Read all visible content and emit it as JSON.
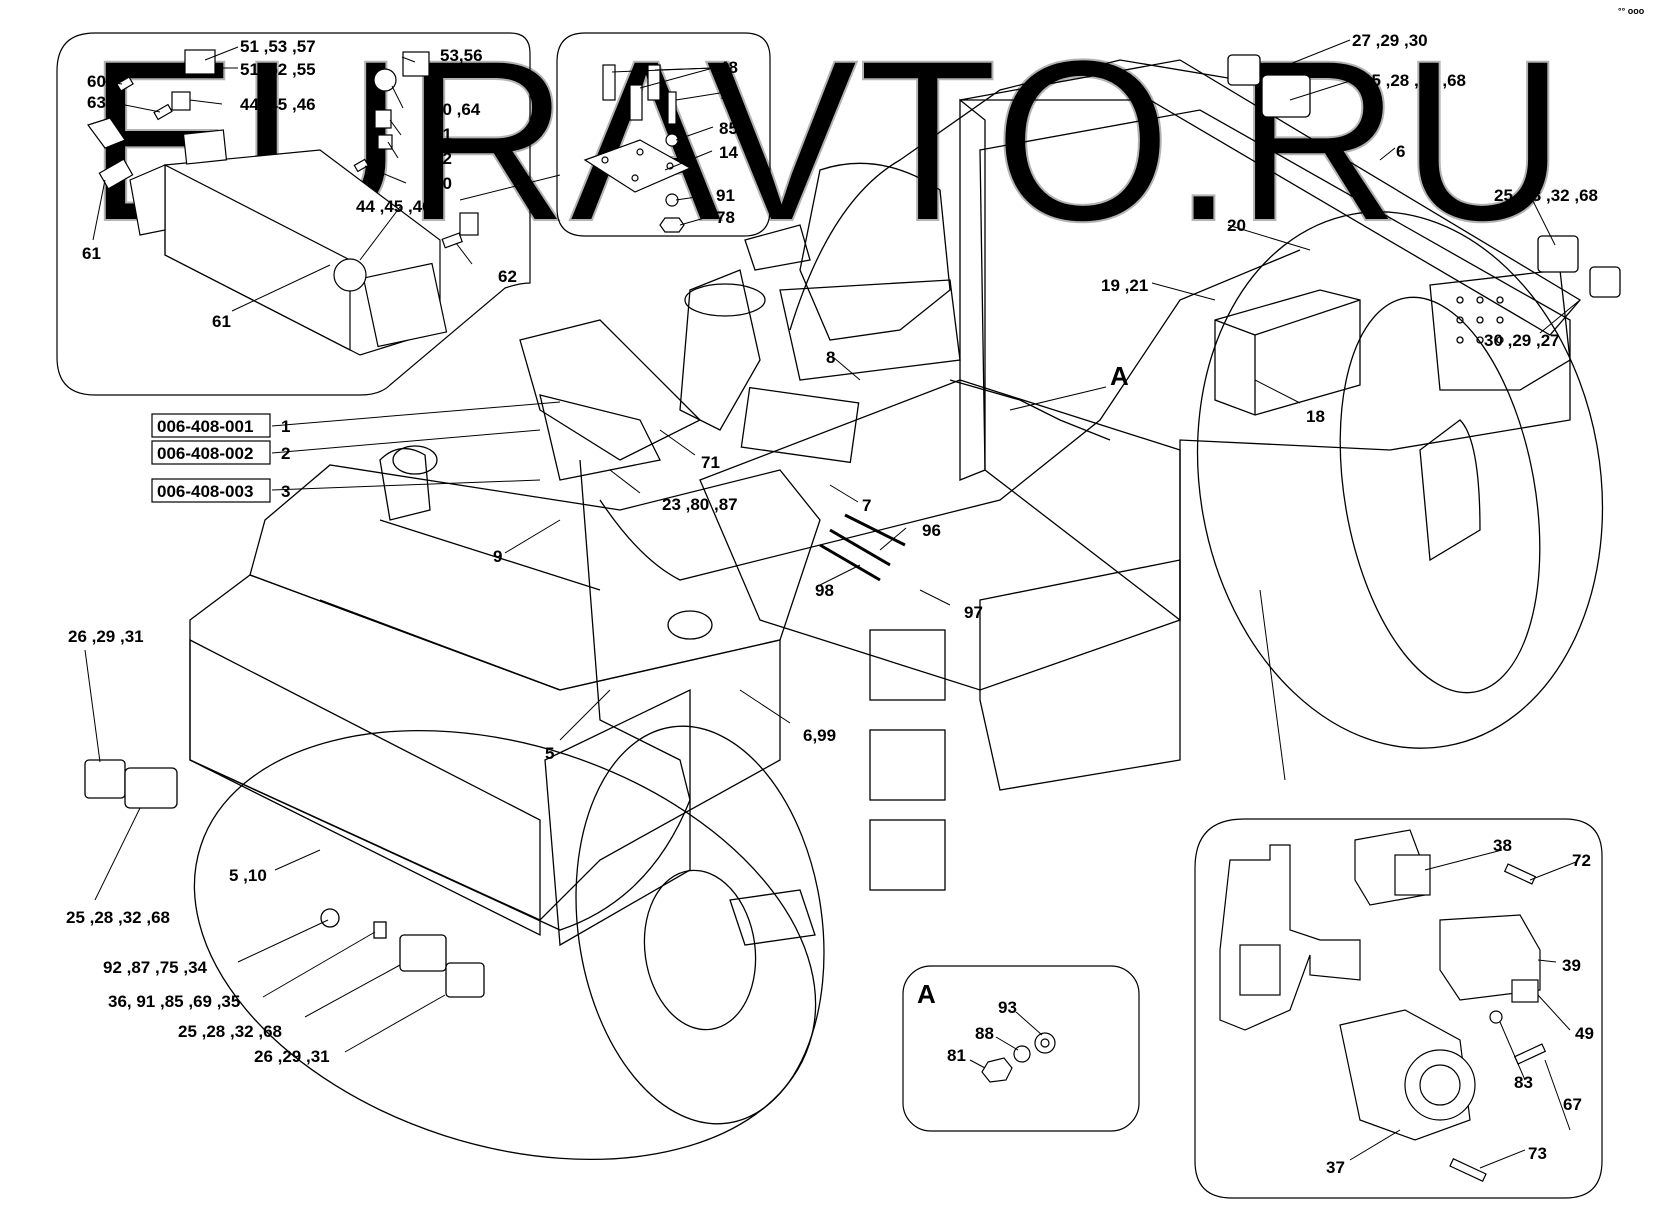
{
  "watermark": "EURAVTO.RU",
  "corner_mark": "°° ooo",
  "detail_label": "A",
  "section_label": "A",
  "part_codes": [
    "006-408-001",
    "006-408-002",
    "006-408-003"
  ],
  "code_refs": [
    "1",
    "2",
    "3"
  ],
  "callouts": {
    "c_51_53_57": "51 ,53 ,57",
    "c_51_52_55": "51 ,52 ,55",
    "c_60a": "60",
    "c_63": "63",
    "c_44_45_46a": "44 ,45 ,46",
    "c_53_56": "53,56",
    "c_40_64": "40 ,64",
    "c_41": "41",
    "c_42": "42",
    "c_60b": "60",
    "c_44_45_46b": "44 ,45 ,46",
    "c_61a": "61",
    "c_61b": "61",
    "c_62": "62",
    "c_48": "48",
    "c_70": "70",
    "c_85": "85",
    "c_14": "14",
    "c_91": "91",
    "c_78": "78",
    "c_27_29_30": "27 ,29 ,30",
    "c_25_28_32_68a": "25 ,28 ,32 ,68",
    "c_6": "6",
    "c_25_28_32_68b": "25 ,28 ,32 ,68",
    "c_20": "20",
    "c_19_21": "19 ,21",
    "c_30_29_27": "30 ,29 ,27",
    "c_8": "8",
    "c_18": "18",
    "c_71": "71",
    "c_23_80_87": "23 ,80 ,87",
    "c_7": "7",
    "c_96": "96",
    "c_9": "9",
    "c_98": "98",
    "c_97": "97",
    "c_26_29_31a": "26 ,29 ,31",
    "c_5": "5",
    "c_6_99": "6,99",
    "c_5_10": "5 ,10",
    "c_25_28_32_68c": "25 ,28 ,32 ,68",
    "c_92_87_75_34": "92 ,87 ,75 ,34",
    "c_36_91_85_69_35": "36, 91 ,85 ,69 ,35",
    "c_25_28_32_68d": "25 ,28 ,32 ,68",
    "c_26_29_31b": "26 ,29 ,31",
    "c_93": "93",
    "c_88": "88",
    "c_81": "81",
    "c_38": "38",
    "c_72": "72",
    "c_39": "39",
    "c_49": "49",
    "c_83": "83",
    "c_67": "67",
    "c_37": "37",
    "c_73": "73"
  }
}
